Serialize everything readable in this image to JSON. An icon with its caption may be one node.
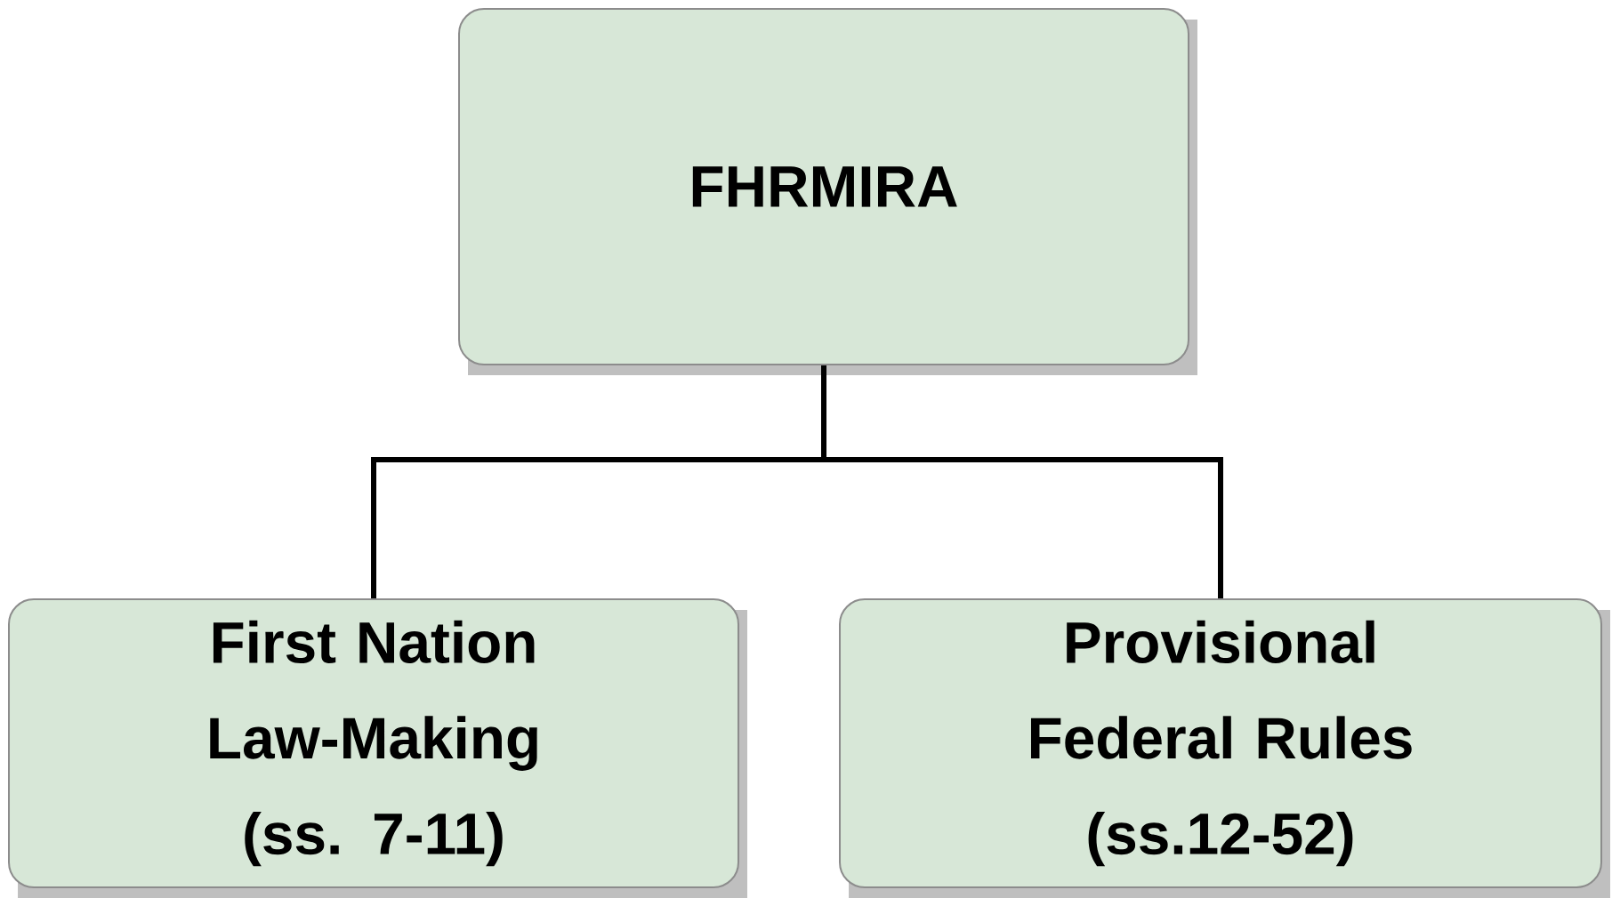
{
  "diagram": {
    "nodes": [
      {
        "text": [
          "FHRMIRA"
        ]
      },
      {
        "text": [
          "First Nation Law-Making",
          "(ss. 7-11)"
        ]
      },
      {
        "text": [
          "Provisional Federal Rules",
          "(ss.12-52)"
        ]
      }
    ],
    "edges": [
      {
        "from": 0,
        "to": 1,
        "arrow": "none"
      },
      {
        "from": 0,
        "to": 2,
        "arrow": "none"
      }
    ]
  }
}
